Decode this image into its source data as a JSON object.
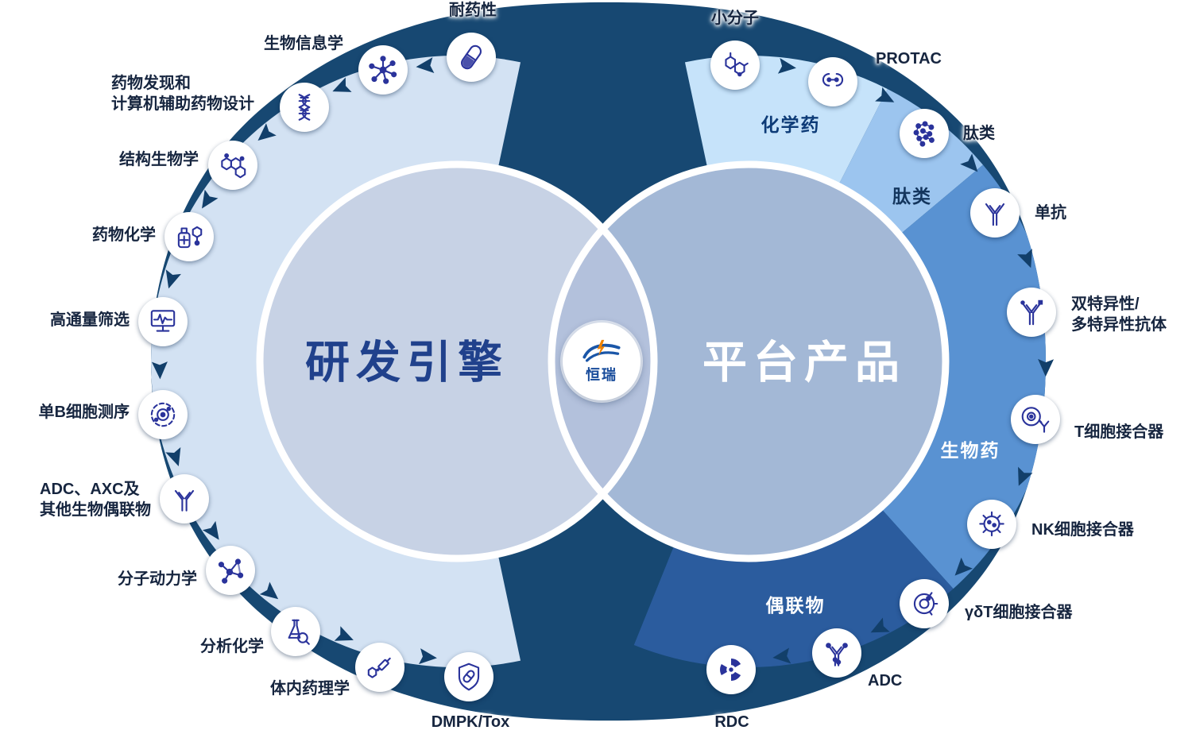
{
  "brand": {
    "logo_text": "恒瑞"
  },
  "left_circle": {
    "title": "研发引擎"
  },
  "right_circle": {
    "title": "平台产品"
  },
  "sectors": [
    {
      "label": "化学药",
      "text_color": "#0d3b77"
    },
    {
      "label": "肽类",
      "text_color": "#14365e"
    },
    {
      "label": "生物药",
      "text_color": "#ffffff"
    },
    {
      "label": "偶联物",
      "text_color": "#ffffff"
    }
  ],
  "rd_nodes": [
    {
      "label": "耐药性",
      "icon": "pill"
    },
    {
      "label": "生物信息学",
      "icon": "network"
    },
    {
      "label": "药物发现和\n计算机辅助药物设计",
      "icon": "dna"
    },
    {
      "label": "结构生物学",
      "icon": "structure"
    },
    {
      "label": "药物化学",
      "icon": "medchem"
    },
    {
      "label": "高通量筛选",
      "icon": "screening"
    },
    {
      "label": "单B细胞测序",
      "icon": "cell"
    },
    {
      "label": "ADC、AXC及\n其他生物偶联物",
      "icon": "antibody"
    },
    {
      "label": "分子动力学",
      "icon": "molecule"
    },
    {
      "label": "分析化学",
      "icon": "flask-magnifier"
    },
    {
      "label": "体内药理学",
      "icon": "syringe"
    },
    {
      "label": "DMPK/Tox",
      "icon": "shield"
    }
  ],
  "platform_nodes": [
    {
      "label": "小分子",
      "icon": "small-molecule"
    },
    {
      "label": "PROTAC",
      "icon": "protac"
    },
    {
      "label": "肽类",
      "icon": "peptide"
    },
    {
      "label": "单抗",
      "icon": "mab"
    },
    {
      "label": "双特异性/\n多特异性抗体",
      "icon": "bispecific"
    },
    {
      "label": "T细胞接合器",
      "icon": "t-cell"
    },
    {
      "label": "NK细胞接合器",
      "icon": "nk-cell"
    },
    {
      "label": "γδT细胞接合器",
      "icon": "gdt-cell"
    },
    {
      "label": "ADC",
      "icon": "adc"
    },
    {
      "label": "RDC",
      "icon": "rdc"
    }
  ],
  "colors": {
    "navy": "#174872",
    "band": "#d3e2f3",
    "sector_chem": "#c6e3fa",
    "sector_pept": "#9cc5ef",
    "sector_bio": "#5992d2",
    "sector_conj": "#2b5c9e",
    "left_fill": "#c7d2e5",
    "right_fill": "#a3b8d6",
    "lens_fill": "#b3c1dc",
    "ring": "#ffffff",
    "title_left": "#20418c",
    "title_right": "#ffffff",
    "label_dark": "#16253f",
    "icon_stroke": "#2a339b",
    "arrow": "#123f6a",
    "logo_blue": "#1a56a8",
    "logo_accent": "#f08300",
    "logo_text": "#164a9a"
  }
}
